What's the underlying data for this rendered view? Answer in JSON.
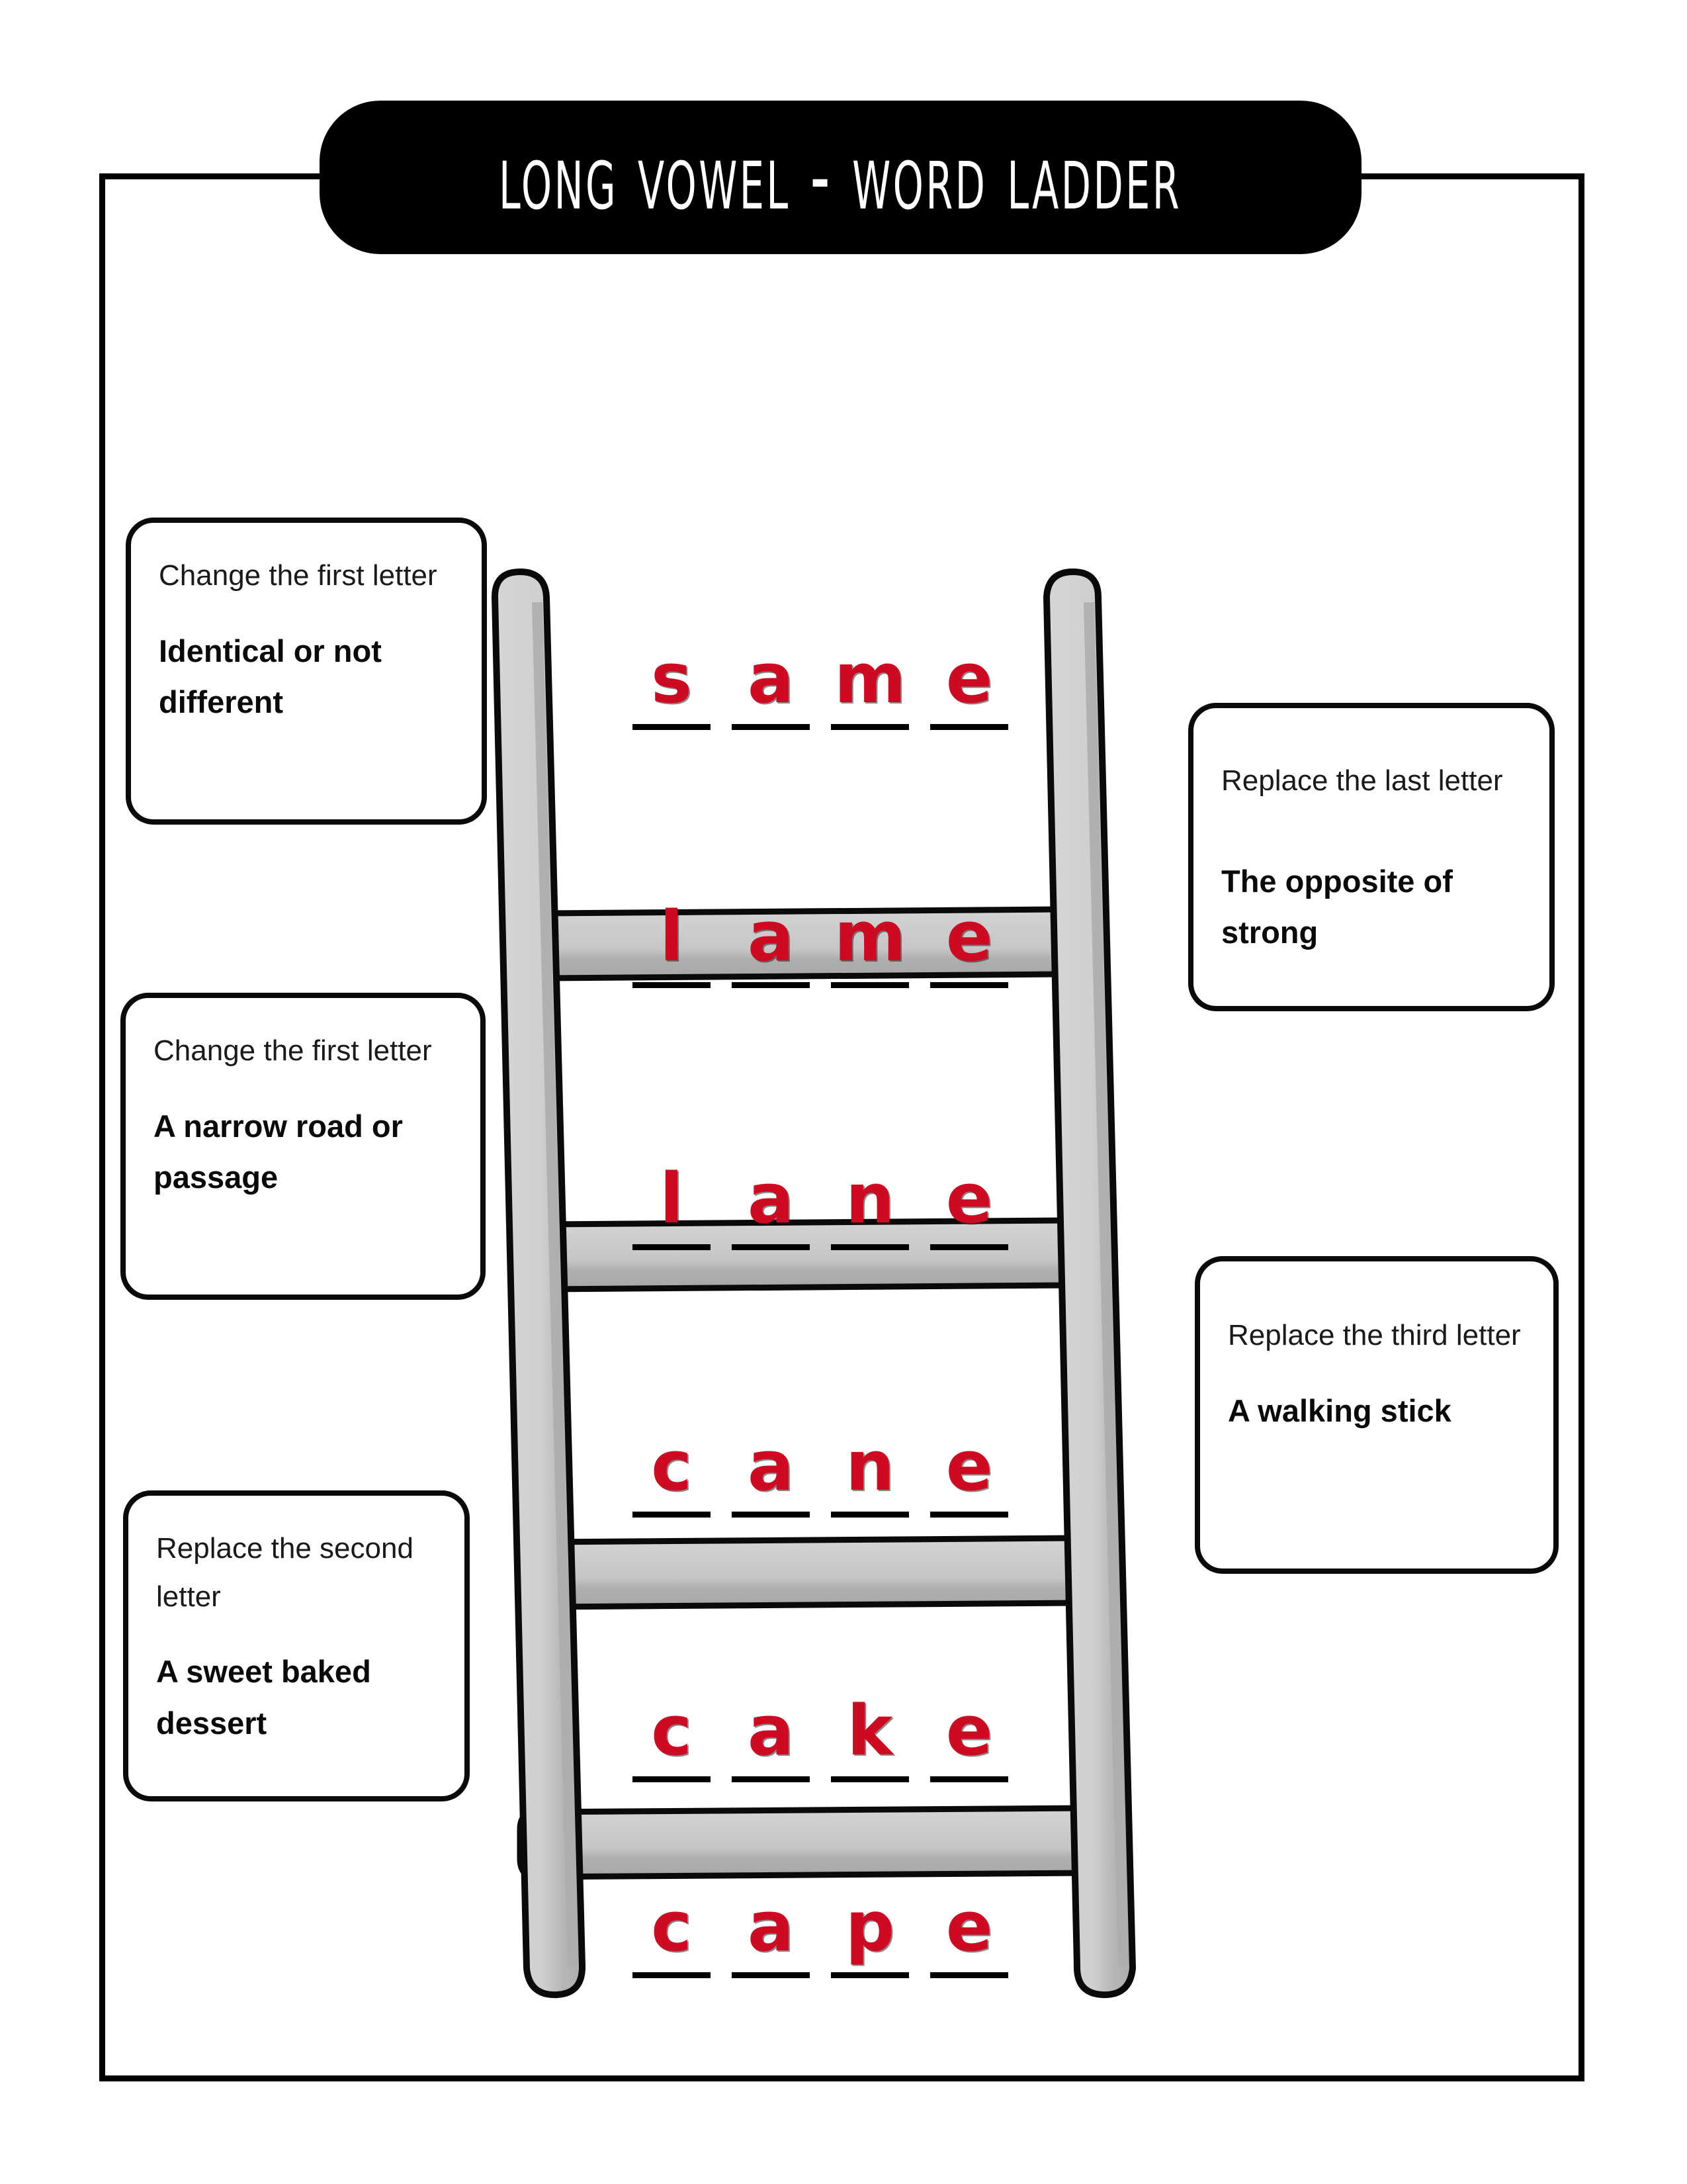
{
  "worksheet": {
    "title": "Long Vowel - Word Ladder",
    "border_color": "#000000",
    "banner_color": "#000000",
    "word_color": "#CC0A22",
    "ladder_color": "#C9C9C9"
  },
  "ladder": {
    "words": [
      {
        "word": "same",
        "letters": [
          "s",
          "a",
          "m",
          "e"
        ]
      },
      {
        "word": "lame",
        "letters": [
          "l",
          "a",
          "m",
          "e"
        ]
      },
      {
        "word": "lane",
        "letters": [
          "l",
          "a",
          "n",
          "e"
        ]
      },
      {
        "word": "cane",
        "letters": [
          "c",
          "a",
          "n",
          "e"
        ]
      },
      {
        "word": "cake",
        "letters": [
          "c",
          "a",
          "k",
          "e"
        ]
      },
      {
        "word": "cape",
        "letters": [
          "c",
          "a",
          "p",
          "e"
        ]
      }
    ]
  },
  "clues": {
    "left": [
      {
        "instruction": "Change the first letter",
        "definition": "Identical or not different"
      },
      {
        "instruction": "Change the first letter",
        "definition": "A narrow road or passage"
      },
      {
        "instruction": "Replace the second letter",
        "definition": "A sweet baked dessert"
      }
    ],
    "right": [
      {
        "instruction": "Replace the last letter",
        "definition": "The opposite of strong"
      },
      {
        "instruction": "Replace the third letter",
        "definition": "A walking stick"
      }
    ]
  }
}
